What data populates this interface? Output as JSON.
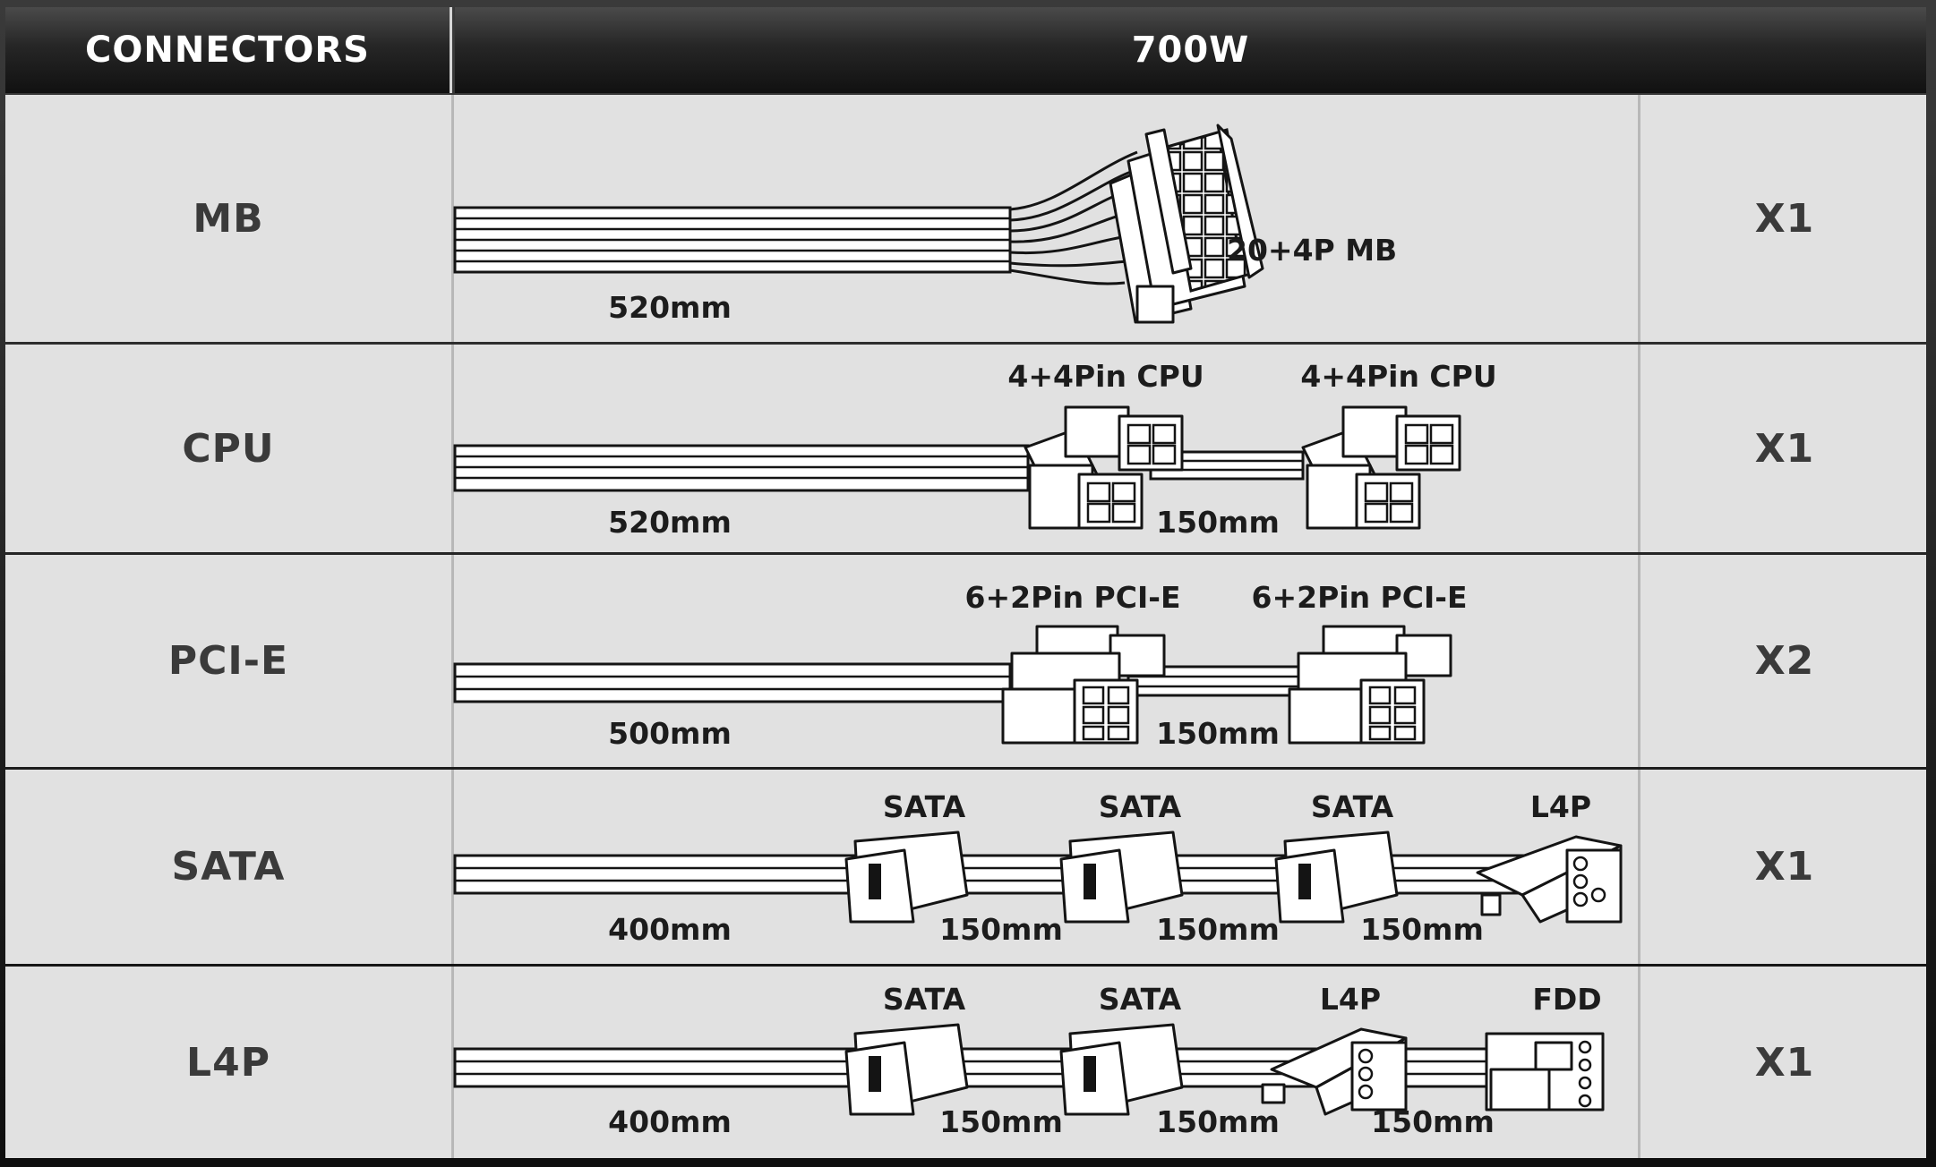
{
  "header": {
    "col_connectors": "CONNECTORS",
    "col_model": "700W"
  },
  "rows": [
    {
      "label": "MB",
      "qty": "X1",
      "lengths": [
        "520mm"
      ],
      "connectors": [
        "20+4P MB"
      ]
    },
    {
      "label": "CPU",
      "qty": "X1",
      "lengths": [
        "520mm",
        "150mm"
      ],
      "connectors": [
        "4+4Pin CPU",
        "4+4Pin CPU"
      ]
    },
    {
      "label": "PCI-E",
      "qty": "X2",
      "lengths": [
        "500mm",
        "150mm"
      ],
      "connectors": [
        "6+2Pin PCI-E",
        "6+2Pin PCI-E"
      ]
    },
    {
      "label": "SATA",
      "qty": "X1",
      "lengths": [
        "400mm",
        "150mm",
        "150mm",
        "150mm"
      ],
      "connectors": [
        "SATA",
        "SATA",
        "SATA",
        "L4P"
      ]
    },
    {
      "label": "L4P",
      "qty": "X1",
      "lengths": [
        "400mm",
        "150mm",
        "150mm",
        "150mm"
      ],
      "connectors": [
        "SATA",
        "SATA",
        "L4P",
        "FDD"
      ]
    }
  ]
}
